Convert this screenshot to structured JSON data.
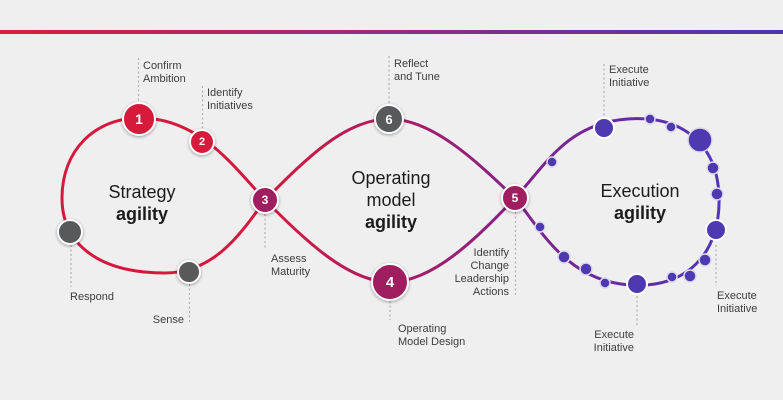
{
  "titles": {
    "strategy": {
      "line1": "Strategy",
      "line2": "agility"
    },
    "operating": {
      "line1": "Operating",
      "line2": "model",
      "line3": "agility"
    },
    "execution": {
      "line1": "Execution",
      "line2": "agility"
    }
  },
  "nodes": {
    "n1": {
      "number": "1",
      "label1": "Confirm",
      "label2": "Ambition"
    },
    "n2": {
      "number": "2",
      "label1": "Identify",
      "label2": "Initiatives"
    },
    "n3": {
      "number": "3",
      "label1": "Assess",
      "label2": "Maturity"
    },
    "n4": {
      "number": "4",
      "label1": "Operating",
      "label2": "Model Design"
    },
    "n5": {
      "number": "5",
      "label1": "Identify",
      "label2": "Change",
      "label3": "Leadership",
      "label4": "Actions"
    },
    "n6": {
      "number": "6",
      "label1": "Reflect",
      "label2": "and Tune"
    }
  },
  "sense_points": {
    "respond": "Respond",
    "sense": "Sense"
  },
  "execute_points": {
    "top": {
      "line1": "Execute",
      "line2": "Initiative"
    },
    "bottom": {
      "line1": "Execute",
      "line2": "Initiative"
    },
    "right": {
      "line1": "Execute",
      "line2": "Initiative"
    }
  },
  "colors": {
    "crimson": "#d61a3c",
    "magenta": "#a01d5f",
    "gray": "#58595a",
    "purple": "#4e39b0",
    "banner_left": "#dc1e3c",
    "banner_right": "#4b36ad",
    "background": "#f0eff0"
  }
}
